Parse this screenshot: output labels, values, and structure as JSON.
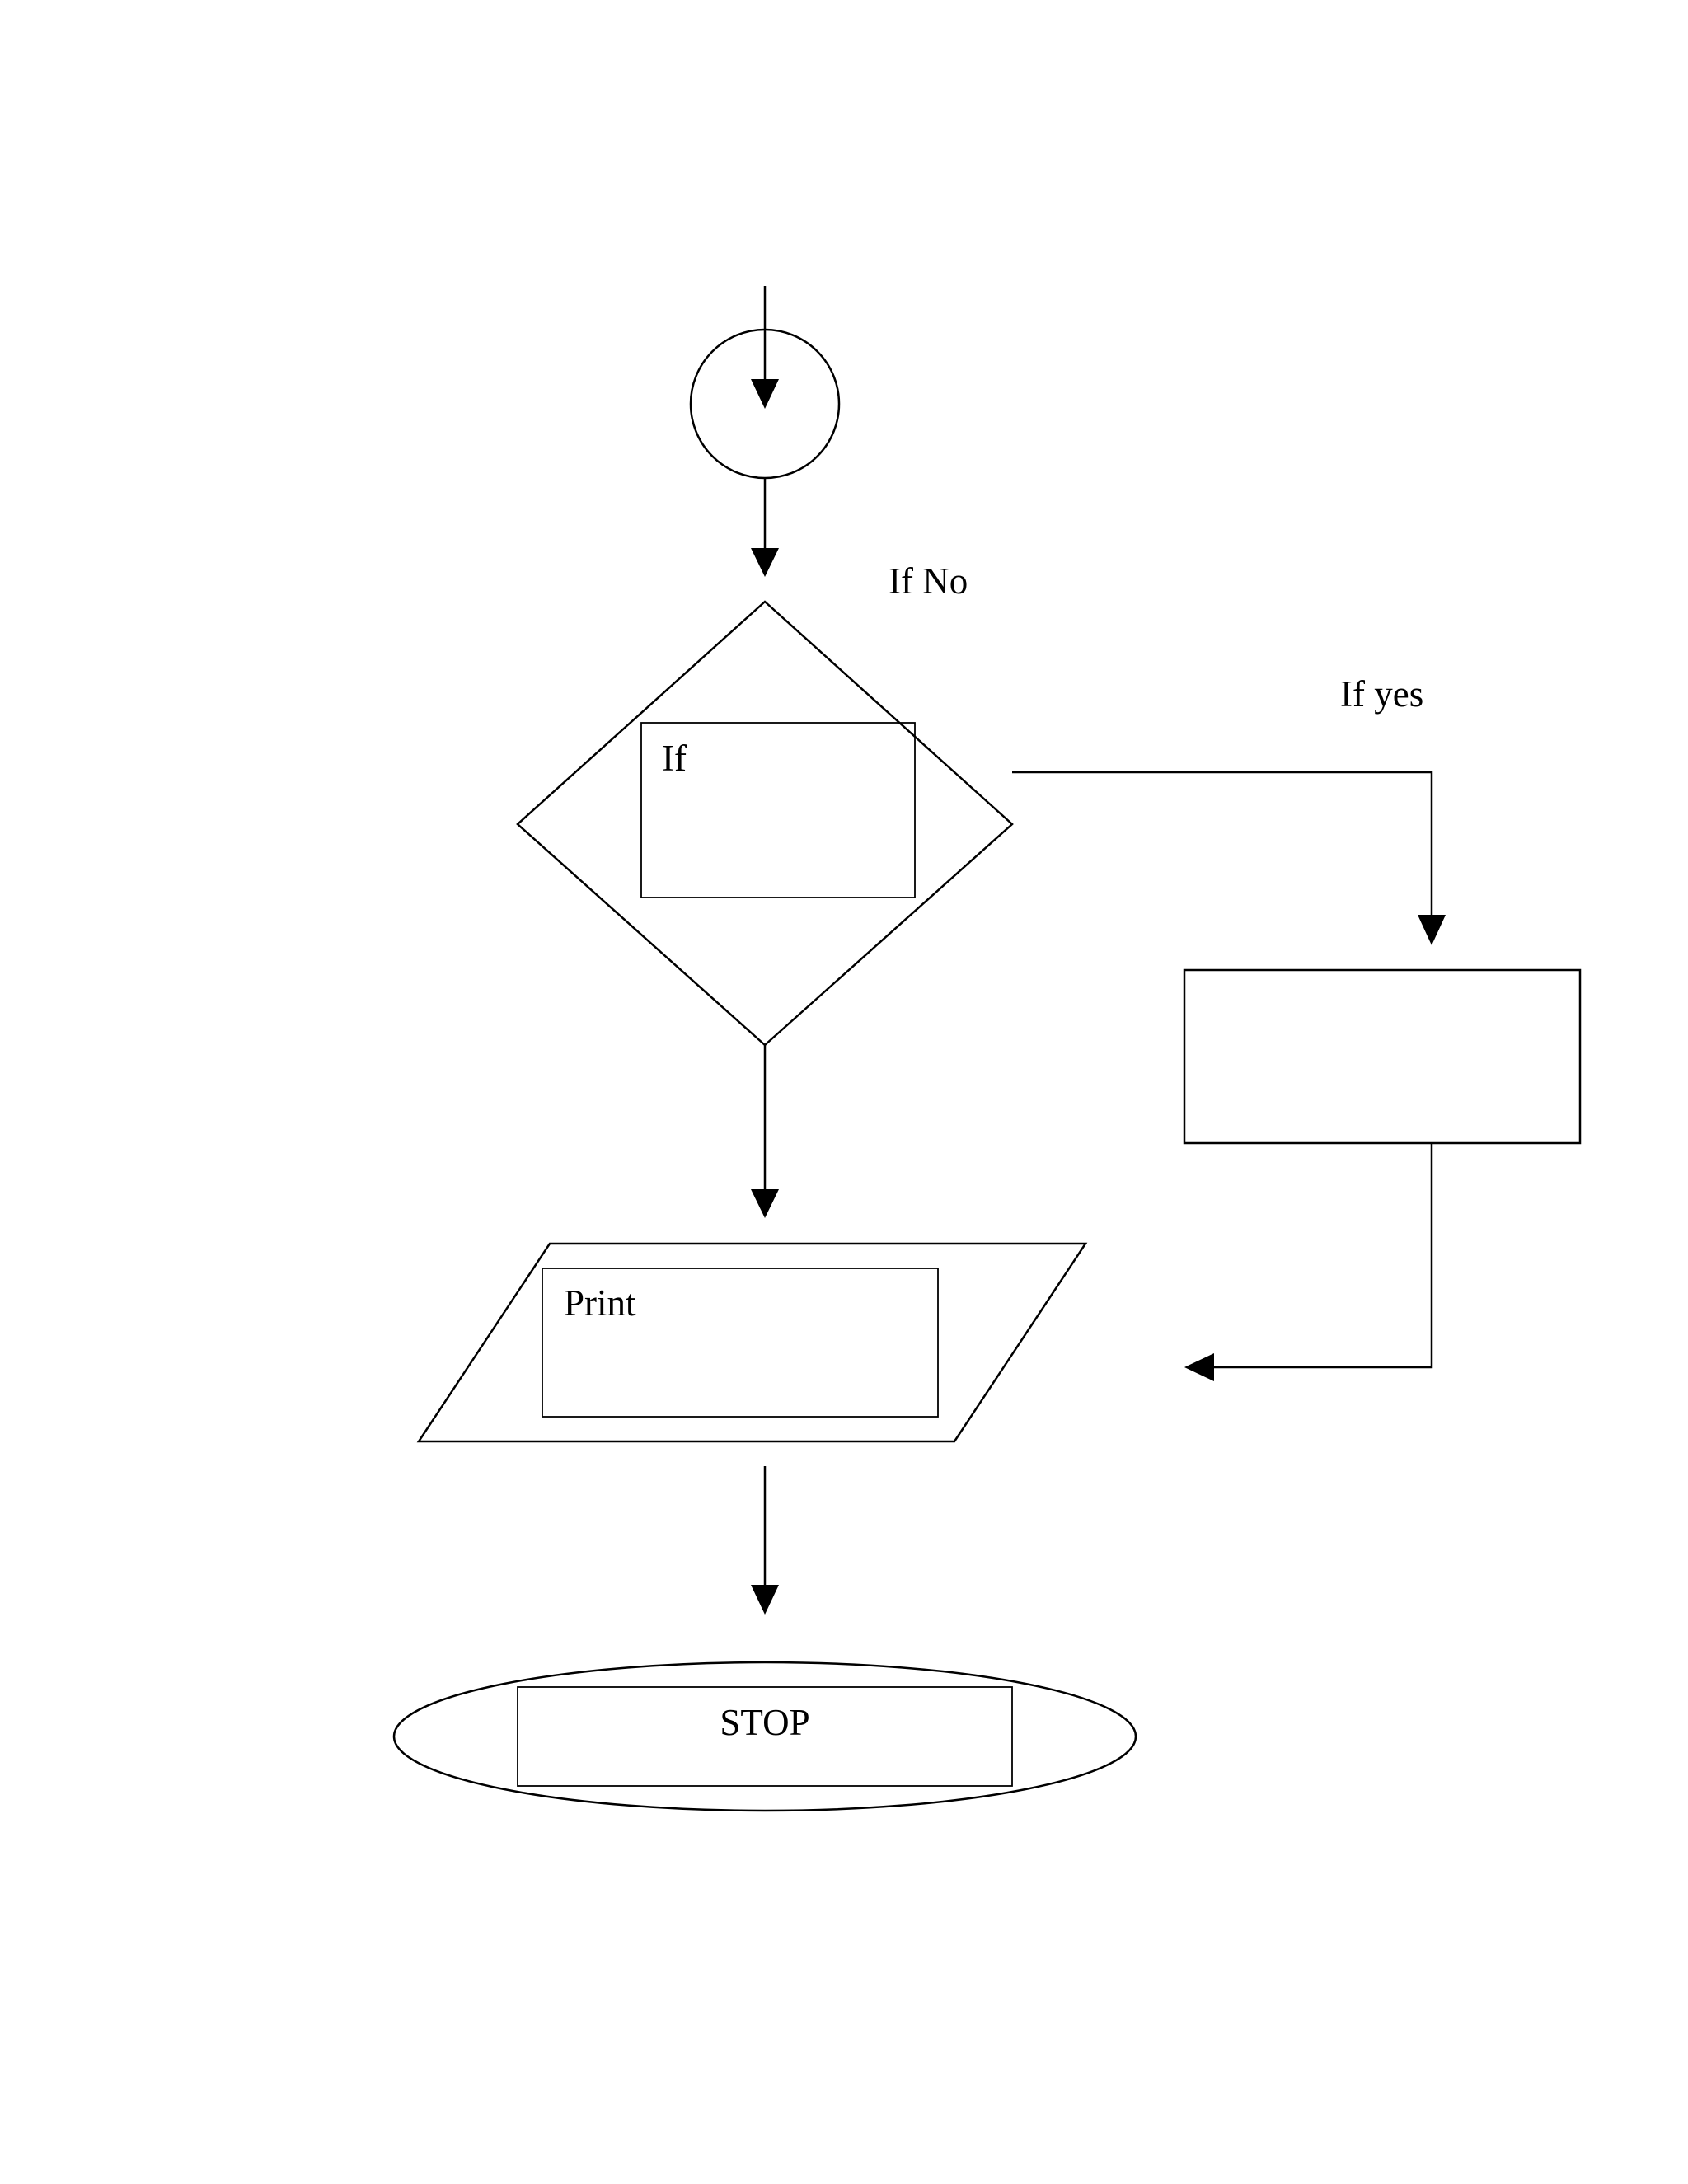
{
  "diagram": {
    "labels": {
      "if_no": "If No",
      "if_yes": "If yes",
      "decision": "If",
      "print": "Print",
      "stop": "STOP"
    },
    "colors": {
      "stroke": "#000000",
      "background": "#ffffff"
    }
  }
}
